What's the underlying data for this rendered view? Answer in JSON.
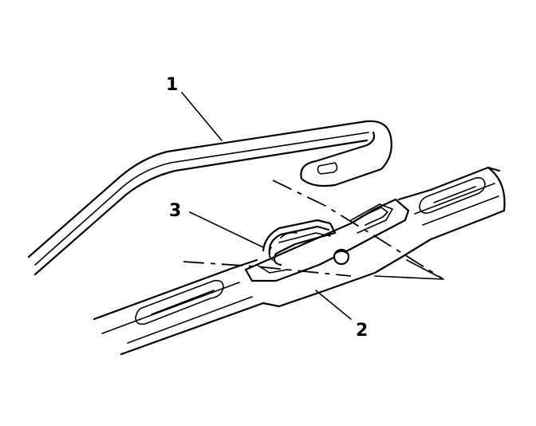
{
  "callouts": {
    "arm_label": "1",
    "blade_label": "2",
    "clip_label": "3"
  }
}
